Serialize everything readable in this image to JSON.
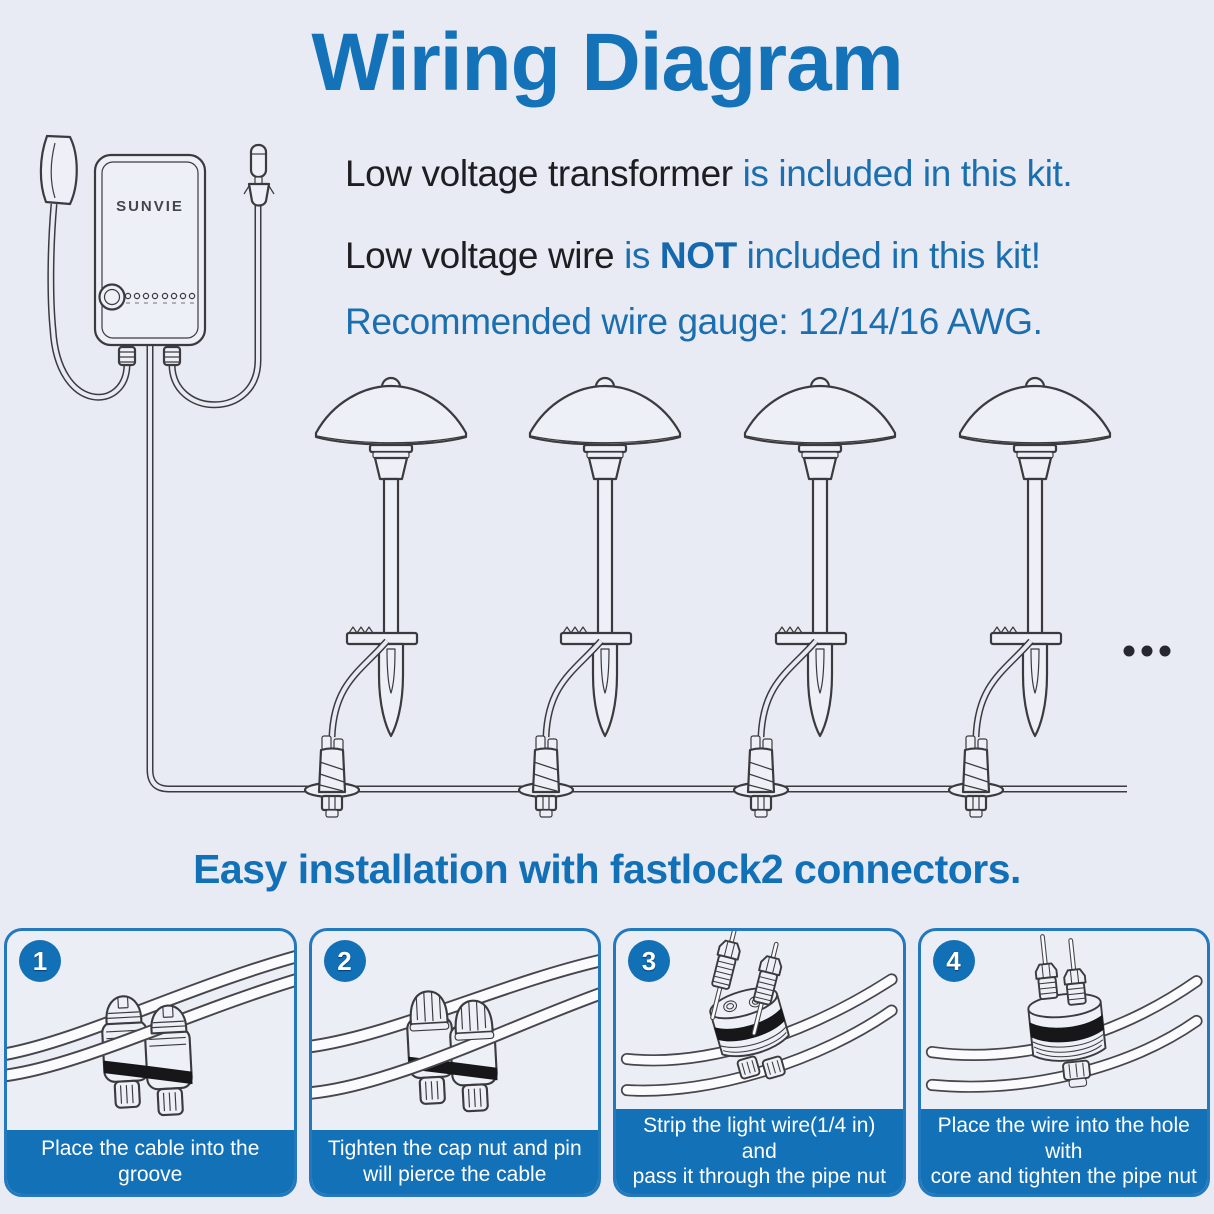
{
  "colors": {
    "background": "#e9ebf4",
    "title_blue": "#1472b8",
    "text_blue": "#1b6fb0",
    "text_dark": "#1e1e22",
    "caption_bar_blue": "#1371b8",
    "card_border_blue": "#2478bd",
    "badge_blue": "#1270b6"
  },
  "title": "Wiring Diagram",
  "notes": {
    "line1": {
      "dark": "Low voltage transformer",
      "blue": " is included in this kit."
    },
    "line2": {
      "dark": "Low voltage wire",
      "blue_a": " is ",
      "emph": "NOT",
      "blue_b": " included in this kit!"
    },
    "line3": "Recommended wire gauge: 12/14/16 AWG."
  },
  "diagram": {
    "transformer_brand": "SUNVIE",
    "icons": [
      "wall-plug-icon",
      "transformer-icon",
      "light-sensor-icon",
      "path-light-icon",
      "fastlock-connector-icon",
      "main-wire",
      "ellipsis-icon"
    ]
  },
  "subheading": "Easy installation with fastlock2 connectors.",
  "steps": [
    {
      "number": "1",
      "caption": "Place the cable into the groove"
    },
    {
      "number": "2",
      "caption": "Tighten the cap nut and pin\nwill pierce the cable"
    },
    {
      "number": "3",
      "caption": "Strip the light wire(1/4 in) and\npass it through the pipe nut"
    },
    {
      "number": "4",
      "caption": "Place the wire into the hole with\ncore and tighten the pipe nut"
    }
  ]
}
